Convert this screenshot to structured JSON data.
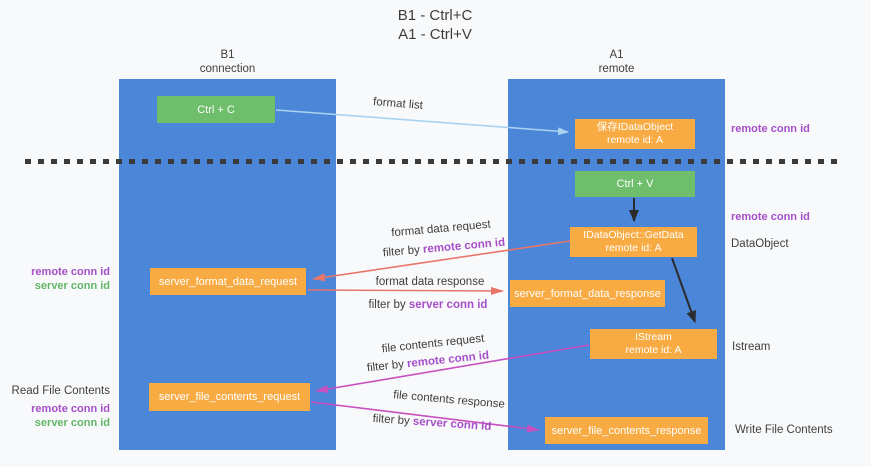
{
  "title": {
    "line1": "B1 - Ctrl+C",
    "line2": "A1 - Ctrl+V"
  },
  "columns": {
    "left": {
      "name": "B1",
      "role": "connection"
    },
    "right": {
      "name": "A1",
      "role": "remote"
    }
  },
  "boxes": {
    "ctrl_c": "Ctrl + C",
    "ctrl_v": "Ctrl + V",
    "save_idataobject": {
      "line1": "保存IDataObject",
      "line2": "remote id: A"
    },
    "getdata": {
      "line1": "IDataObject::GetData",
      "line2": "remote id: A"
    },
    "istream": {
      "line1": "IStream",
      "line2": "remote id: A"
    },
    "server_format_data_request": "server_format_data_request",
    "server_format_data_response": "server_format_data_response",
    "server_file_contents_request": "server_file_contents_request",
    "server_file_contents_response": "server_file_contents_response"
  },
  "arrows": {
    "format_list": {
      "label": "format list"
    },
    "format_data_request": {
      "label": "format data request",
      "filter_prefix": "filter by ",
      "filter_key": "remote conn id"
    },
    "format_data_response": {
      "label": "format data response",
      "filter_prefix": "filter by ",
      "filter_key": "server conn id"
    },
    "file_contents_request": {
      "label": "file contents request",
      "filter_prefix": "filter by ",
      "filter_key": "remote conn id"
    },
    "file_contents_response": {
      "label": "file contents response",
      "filter_prefix": "filter by ",
      "filter_key": "server conn id"
    }
  },
  "side_labels": {
    "right_remote_conn_id_top": "remote conn id",
    "right_remote_conn_id_mid": "remote conn id",
    "dataobject": "DataObject",
    "istream": "Istream",
    "write_file_contents": "Write File Contents",
    "left_remote_conn_id_top": "remote conn id",
    "left_server_conn_id_top": "server conn id",
    "read_file_contents": "Read File Contents",
    "left_remote_conn_id_bottom": "remote conn id",
    "left_server_conn_id_bottom": "server conn id"
  },
  "colors": {
    "lifeline_blue": "#4b86d9",
    "box_green": "#6ebe6c",
    "box_orange": "#f8ab43",
    "arrow_lightblue": "#a8d2f0",
    "arrow_salmon": "#e8756a",
    "arrow_magenta": "#c84fc0",
    "arrow_black": "#2b2b2b",
    "text_purple": "#a64fc8",
    "text_green": "#61b667",
    "background": "#f8f9fa"
  }
}
